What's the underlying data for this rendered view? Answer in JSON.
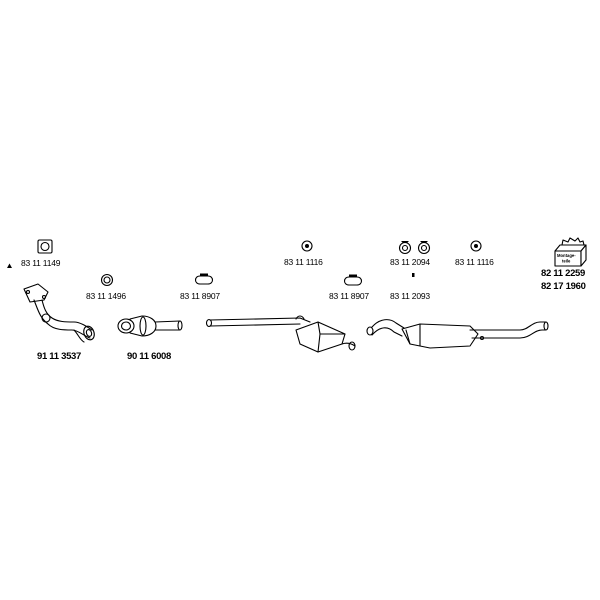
{
  "parts": {
    "gasket_top_left": {
      "number": "83 11 1149",
      "note_icon": "warning-triangle-icon"
    },
    "ring_gasket_left": {
      "number": "83 11 1496"
    },
    "front_pipe": {
      "number": "91 11 3537"
    },
    "catalytic_converter": {
      "number": "90 11 6008"
    },
    "clamp_1": {
      "number": "83 11 8907"
    },
    "rubber_mount_1": {
      "number": "83 11 1116"
    },
    "clamp_2": {
      "number": "83 11 8907"
    },
    "rubber_mounts_pair": {
      "number": "83 11 2094"
    },
    "bolt": {
      "number": "83 11 2093"
    },
    "rubber_mount_2": {
      "number": "83 11 1116"
    },
    "mounting_kit": {
      "number_1": "82 11 2259",
      "number_2": "82 17 1960",
      "box_text_1": "Montage-",
      "box_text_2": "teile"
    }
  }
}
